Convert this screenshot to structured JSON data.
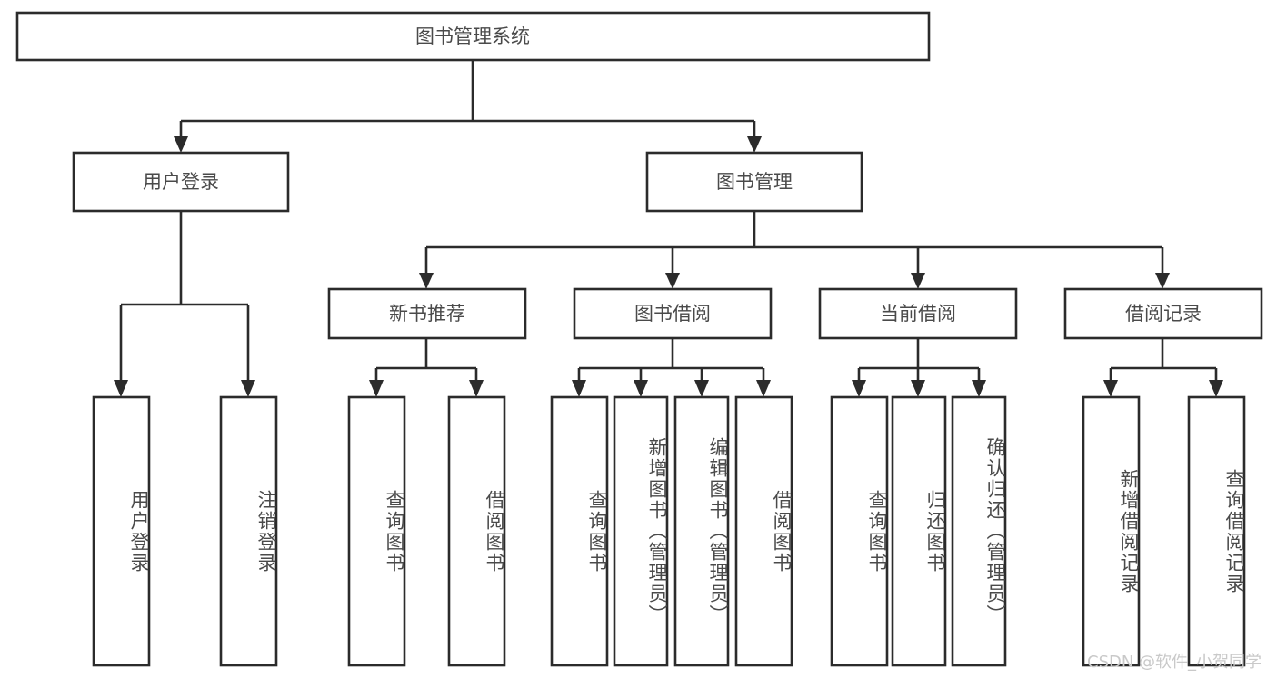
{
  "diagram": {
    "title": "图书管理系统",
    "type": "tree-hierarchy-chart",
    "colors": {
      "box_stroke": "#2b2b2b",
      "box_fill": "#ffffff",
      "text": "#4a4a4a",
      "background": "#ffffff",
      "watermark": "#c9c9c9"
    },
    "root": {
      "label": "图书管理系统"
    },
    "level2": [
      {
        "label": "用户登录"
      },
      {
        "label": "图书管理"
      }
    ],
    "level3": [
      {
        "label": "新书推荐"
      },
      {
        "label": "图书借阅"
      },
      {
        "label": "当前借阅"
      },
      {
        "label": "借阅记录"
      }
    ],
    "leaves": {
      "user_login": [
        {
          "label": "用户登录"
        },
        {
          "label": "注销登录"
        }
      ],
      "new_book_recommend": [
        {
          "label": "查询图书"
        },
        {
          "label": "借阅图书"
        }
      ],
      "book_borrow": [
        {
          "label": "查询图书"
        },
        {
          "label": "新增图书（管理员）"
        },
        {
          "label": "编辑图书（管理员）"
        },
        {
          "label": "借阅图书"
        }
      ],
      "current_borrow": [
        {
          "label": "查询图书"
        },
        {
          "label": "归还图书"
        },
        {
          "label": "确认归还（管理员）"
        }
      ],
      "borrow_record": [
        {
          "label": "新增借阅记录"
        },
        {
          "label": "查询借阅记录"
        }
      ]
    }
  },
  "watermark": {
    "text": "CSDN @软件_小贺同学"
  }
}
